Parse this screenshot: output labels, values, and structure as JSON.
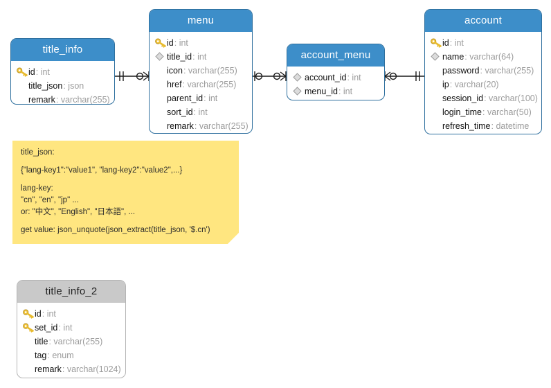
{
  "diagram": {
    "type": "entity-relationship-diagram",
    "background": "#ffffff",
    "header_color": "#3d8ec9",
    "header_color_secondary": "#c9c9c9",
    "note_color": "#ffe680",
    "type_text_color": "#9b9b9b"
  },
  "entities": [
    {
      "name": "title_info",
      "style": "blue",
      "fields": [
        {
          "marker": "key-icon",
          "name": "id",
          "type": "int"
        },
        {
          "marker": "none",
          "name": "title_json",
          "type": "json"
        },
        {
          "marker": "none",
          "name": "remark",
          "type": "varchar(255)"
        }
      ]
    },
    {
      "name": "menu",
      "style": "blue",
      "fields": [
        {
          "marker": "key-icon",
          "name": "id",
          "type": "int"
        },
        {
          "marker": "diamond-icon",
          "name": "title_id",
          "type": "int"
        },
        {
          "marker": "none",
          "name": "icon",
          "type": "varchar(255)"
        },
        {
          "marker": "none",
          "name": "href",
          "type": "varchar(255)"
        },
        {
          "marker": "none",
          "name": "parent_id",
          "type": "int"
        },
        {
          "marker": "none",
          "name": "sort_id",
          "type": "int"
        },
        {
          "marker": "none",
          "name": "remark",
          "type": "varchar(255)"
        }
      ]
    },
    {
      "name": "account_menu",
      "style": "blue",
      "fields": [
        {
          "marker": "diamond-icon",
          "name": "account_id",
          "type": "int"
        },
        {
          "marker": "diamond-icon",
          "name": "menu_id",
          "type": "int"
        }
      ]
    },
    {
      "name": "account",
      "style": "blue",
      "fields": [
        {
          "marker": "key-icon",
          "name": "id",
          "type": "int"
        },
        {
          "marker": "diamond-icon",
          "name": "name",
          "type": "varchar(64)"
        },
        {
          "marker": "none",
          "name": "password",
          "type": "varchar(255)"
        },
        {
          "marker": "none",
          "name": "ip",
          "type": "varchar(20)"
        },
        {
          "marker": "none",
          "name": "session_id",
          "type": "varchar(100)"
        },
        {
          "marker": "none",
          "name": "login_time",
          "type": "varchar(50)"
        },
        {
          "marker": "none",
          "name": "refresh_time",
          "type": "datetime"
        }
      ]
    },
    {
      "name": "title_info_2",
      "style": "gray",
      "fields": [
        {
          "marker": "key-icon",
          "name": "id",
          "type": "int"
        },
        {
          "marker": "key-icon",
          "name": "set_id",
          "type": "int"
        },
        {
          "marker": "none",
          "name": "title",
          "type": "varchar(255)"
        },
        {
          "marker": "none",
          "name": "tag",
          "type": "enum"
        },
        {
          "marker": "none",
          "name": "remark",
          "type": "varchar(1024)"
        }
      ]
    }
  ],
  "relationships": [
    {
      "from": "title_info",
      "to": "menu",
      "from_cardinality": "one-and-only-one",
      "to_cardinality": "zero-or-many"
    },
    {
      "from": "menu",
      "to": "account_menu",
      "from_cardinality": "zero-or-one",
      "to_cardinality": "zero-or-many"
    },
    {
      "from": "account_menu",
      "to": "account",
      "from_cardinality": "zero-or-many",
      "to_cardinality": "one-and-only-one"
    }
  ],
  "note": {
    "lines": [
      "title_json:",
      "{\"lang-key1\":\"value1\", \"lang-key2\":\"value2\",...}",
      "lang-key:",
      "\"cn\", \"en\", \"jp\" ...",
      "or: \"中文\", \"English\", \"日本語\", ...",
      "get value: json_unquote(json_extract(title_json, '$.cn')"
    ]
  }
}
